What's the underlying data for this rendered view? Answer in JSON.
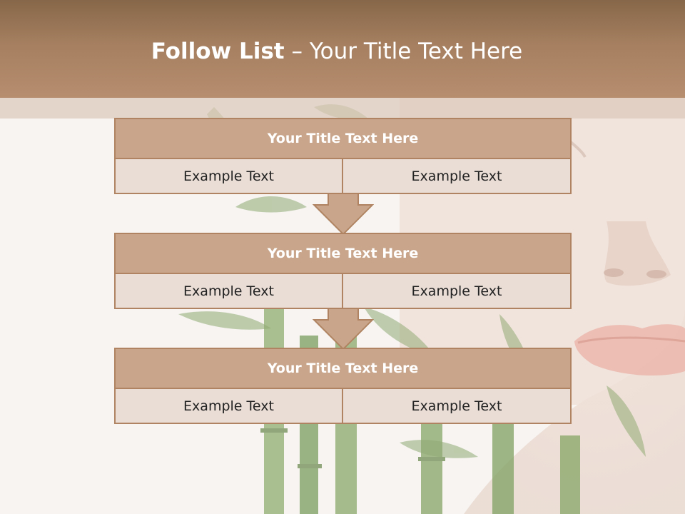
{
  "slide": {
    "title_bold": "Follow List",
    "title_rest": " – Your Title Text Here"
  },
  "blocks": [
    {
      "title": "Your Title Text Here",
      "left_text": "Example Text",
      "right_text": "Example Text"
    },
    {
      "title": "Your Title Text Here",
      "left_text": "Example Text",
      "right_text": "Example Text"
    },
    {
      "title": "Your Title Text Here",
      "left_text": "Example Text",
      "right_text": "Example Text"
    }
  ],
  "colors": {
    "header": "#a57f60",
    "block_title": "#c9a68b",
    "block_body": "#eaddd6",
    "border": "#b08462",
    "arrow": "#c9a68b"
  }
}
